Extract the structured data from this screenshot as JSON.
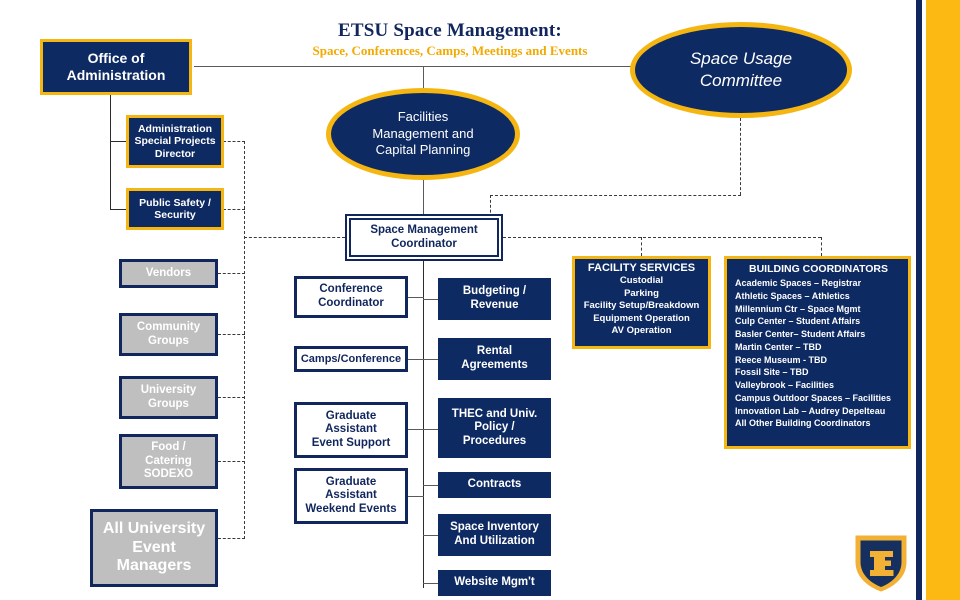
{
  "title": {
    "main": "ETSU Space Management:",
    "sub": "Space, Conferences,  Camps, Meetings and Events"
  },
  "colors": {
    "navy": "#0e2a63",
    "navy_dark": "#10265c",
    "gold": "#f5b612",
    "gold_edge": "#fdb913",
    "gray": "#bfbfbf",
    "white": "#ffffff"
  },
  "nodes": {
    "office_of_administration": "Office of\nAdministration",
    "admin_special_projects": "Administration\nSpecial Projects\nDirector",
    "public_safety": "Public Safety /\nSecurity",
    "vendors": "Vendors",
    "community_groups": "Community\nGroups",
    "university_groups": "University\nGroups",
    "food_catering": "Food /\nCatering\nSODEXO",
    "all_university_event_managers": "All University\nEvent\nManagers",
    "facilities_management": "Facilities\nManagement and\nCapital Planning",
    "space_usage_committee": "Space Usage\nCommittee",
    "space_management_coordinator": "Space Management\nCoordinator",
    "conference_coordinator": "Conference\nCoordinator",
    "camps_conference": "Camps/Conference",
    "ga_event_support": "Graduate\nAssistant\nEvent Support",
    "ga_weekend_events": "Graduate\nAssistant\nWeekend Events",
    "budgeting_revenue": "Budgeting /\nRevenue",
    "rental_agreements": "Rental\nAgreements",
    "thec_policy": "THEC and Univ.\nPolicy /\nProcedures",
    "contracts": "Contracts",
    "space_inventory": "Space Inventory\nAnd Utilization",
    "website_mgmt": "Website  Mgm't"
  },
  "facility_services": {
    "title": "FACILITY SERVICES",
    "items": [
      "Custodial",
      "Parking",
      "Facility Setup/Breakdown",
      "Equipment Operation",
      "AV Operation"
    ]
  },
  "building_coordinators": {
    "title": "BUILDING  COORDINATORS",
    "items": [
      "Academic Spaces – Registrar",
      "Athletic Spaces – Athletics",
      "Millennium Ctr – Space Mgmt",
      "Culp Center – Student Affairs",
      "Basler Center– Student Affairs",
      "Martin Center – TBD",
      "Reece Museum - TBD",
      "Fossil Site – TBD",
      "Valleybrook – Facilities",
      "Campus Outdoor Spaces – Facilities",
      "Innovation  Lab – Audrey Depelteau",
      "All Other Building Coordinators"
    ]
  },
  "logo": {
    "name": "etsu-shield-logo",
    "letter": "E"
  }
}
